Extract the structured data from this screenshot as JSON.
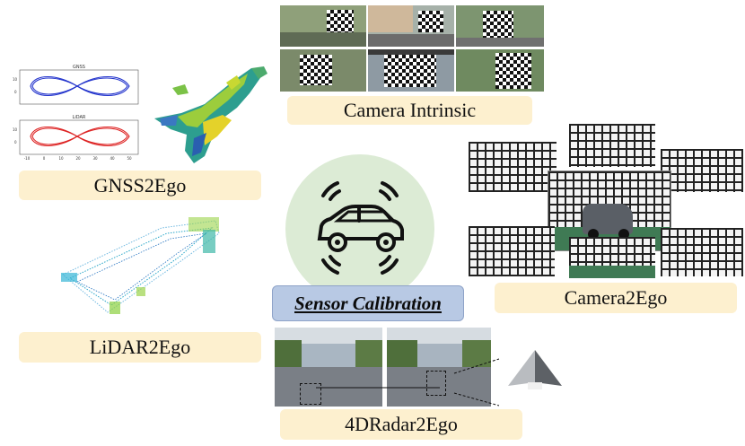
{
  "center": {
    "title": "Sensor Calibration",
    "circle_color": "#dcebd5"
  },
  "labels": {
    "camera_intrinsic": "Camera Intrinsic",
    "gnss2ego": "GNSS2Ego",
    "camera2ego": "Camera2Ego",
    "lidar2ego": "LiDAR2Ego",
    "radar2ego": "4DRadar2Ego"
  },
  "gnss_plot": {
    "top_title": "GNSS",
    "bottom_title": "LiDAR",
    "top_color": "#2233cc",
    "bottom_color": "#dd2222",
    "x_ticks": [
      "-10",
      "0",
      "10",
      "20",
      "30",
      "40",
      "50"
    ]
  },
  "colors": {
    "label_bg": "#fdf0cf",
    "title_bg": "#b8c9e4"
  }
}
